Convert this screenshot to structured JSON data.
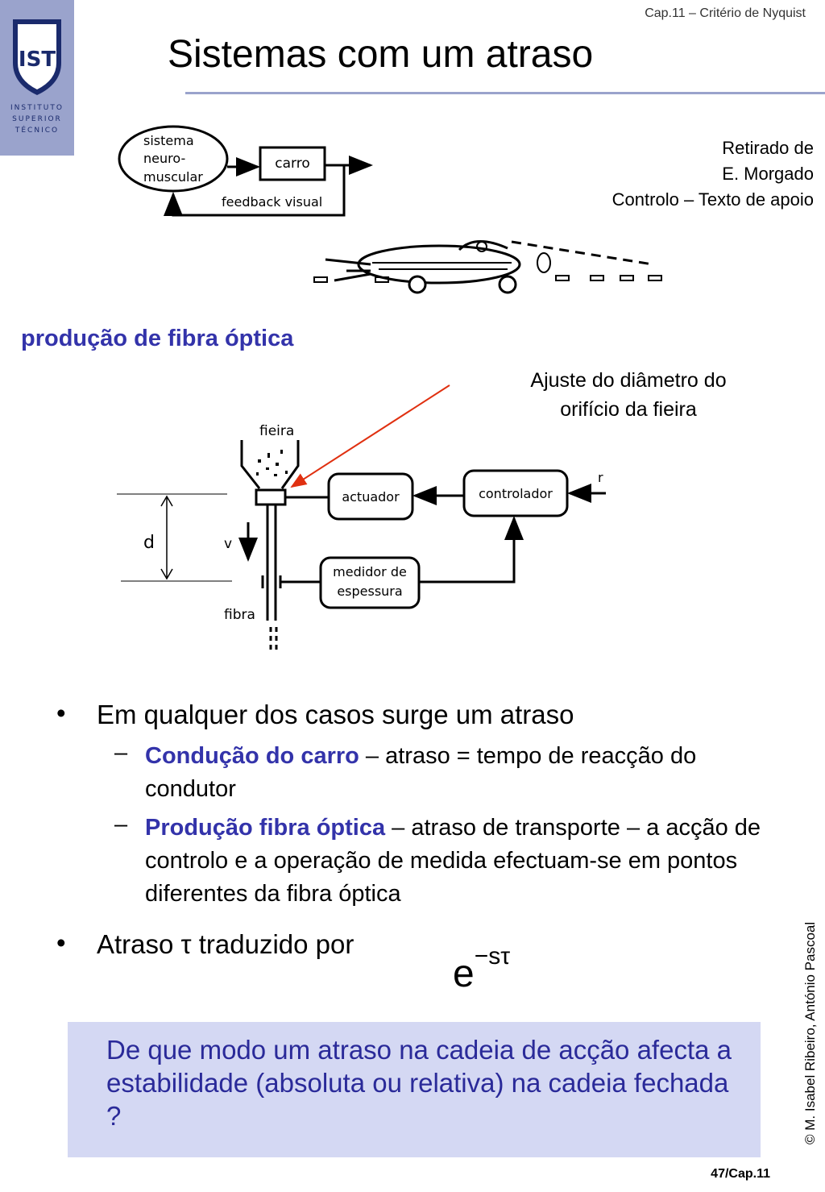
{
  "header": {
    "chapter": "Cap.11 – Critério de Nyquist",
    "title": "Sistemas com um atraso",
    "logo_lines": [
      "INSTITUTO",
      "SUPERIOR",
      "TÉCNICO"
    ],
    "logo_monogram": "IST"
  },
  "source_note": {
    "line1": "Retirado de",
    "line2": "E. Morgado",
    "line3": "Controlo – Texto de apoio"
  },
  "diagram_car": {
    "neuro_line1": "sistema",
    "neuro_line2": "neuro-",
    "neuro_line3": "muscular",
    "car_block": "carro",
    "feedback": "feedback visual"
  },
  "section_title": "produção de fibra óptica",
  "annotation": {
    "line1": "Ajuste do diâmetro do",
    "line2": "orifício da fieira"
  },
  "diagram_fiber": {
    "die": "fieira",
    "actuator": "actuador",
    "controller": "controlador",
    "reference": "r",
    "meter_line1": "medidor de",
    "meter_line2": "espessura",
    "velocity": "v",
    "distance": "d",
    "fiber": "fibra"
  },
  "bullets": {
    "b1": "Em qualquer dos casos surge um atraso",
    "s1_bold": "Condução do carro",
    "s1_rest": " – atraso = tempo de reacção do condutor",
    "s2_bold": "Produção fibra óptica",
    "s2_rest": " – atraso de transporte – a acção de controlo  e a operação de medida efectuam-se em pontos diferentes da fibra óptica",
    "b2": "Atraso τ traduzido por",
    "bullet_char": "•",
    "dash_char": "–"
  },
  "formula": {
    "base": "e",
    "exponent": "−sτ"
  },
  "question": "De que modo um atraso na cadeia de acção afecta a estabilidade (absoluta ou relativa) na cadeia fechada ?",
  "footer": {
    "copyright": "© M. Isabel Ribeiro, António Pascoal",
    "page": "47/Cap.11"
  },
  "colors": {
    "accent_blue": "#3333aa",
    "logo_bg": "#9aa3cc",
    "question_bg": "#d4d8f3",
    "annotation_arrow": "#e03010"
  }
}
